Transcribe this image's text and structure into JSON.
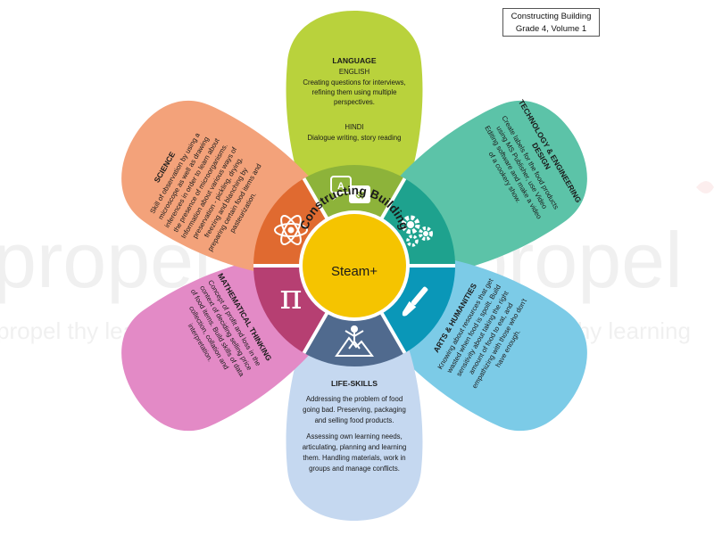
{
  "header": {
    "line1": "Constructing Building",
    "line2": "Grade 4, Volume 1"
  },
  "center": {
    "title": "Constructing Building",
    "subtitle": "Steam+"
  },
  "watermark": {
    "brand": "propel",
    "tagline": "propel thy learning"
  },
  "petals": {
    "language": {
      "heading": "LANGUAGE",
      "sub1": "ENGLISH",
      "lines1": [
        "Creating questions for interviews,",
        "refining them using multiple",
        "perspectives."
      ],
      "sub2": "HINDI",
      "lines2": [
        "Dialogue writing, story reading"
      ],
      "color": "#b9d23c",
      "icon": "speech-bubbles-icon"
    },
    "technology": {
      "heading_lines": [
        "TECHNOLOGY & ENGINEERING",
        "DESIGN"
      ],
      "lines": [
        "Create labels for the food products",
        "using MS Publisher, use Video",
        "Editing software and make a video",
        "of a cookery show."
      ],
      "color": "#5cc3a8",
      "icon": "gears-icon"
    },
    "arts": {
      "heading": "ARTS & HUMANITIES",
      "lines": [
        "Knowing about resources that get",
        "wasted when food is spoilt. Build",
        "sensitivity about taking the right",
        "amount of food to eat, and",
        "empathizing with those who don't",
        "have enough."
      ],
      "color": "#7ccbe7",
      "icon": "paintbrush-icon"
    },
    "lifeskills": {
      "heading": "LIFE-SKILLS",
      "lines": [
        "Addressing the problem of food",
        "going bad. Preserving, packaging",
        "and selling food products.",
        "Assessing own learning needs,",
        "articulating, planning and learning",
        "them. Handling materials, work in",
        "groups and manage conflicts."
      ],
      "color": "#c5d8f0",
      "icon": "mountain-climber-icon"
    },
    "math": {
      "heading": "MATHEMATICAL THINKING",
      "lines": [
        "Concept of profit and loss in the",
        "context of deciding selling price",
        "of food items. Build skills of data",
        "collection, collation and",
        "interpretation."
      ],
      "color": "#e38ac6",
      "icon": "pi-icon"
    },
    "science": {
      "heading": "SCIENCE",
      "lines": [
        "Skill of observation by using a",
        "microscope as well as drawing",
        "inferences in order to learn about",
        "the presence of microorganisms.",
        "Information about various ways of",
        "preservation - pickling, drying,",
        "freezing and blanching by",
        "preparing certain food items and",
        "pasteurization."
      ],
      "color": "#f3a27a",
      "icon": "atom-icon"
    }
  },
  "icon_symbols": {
    "language_a": "A",
    "language_hi": "अ",
    "math_pi": "π"
  }
}
